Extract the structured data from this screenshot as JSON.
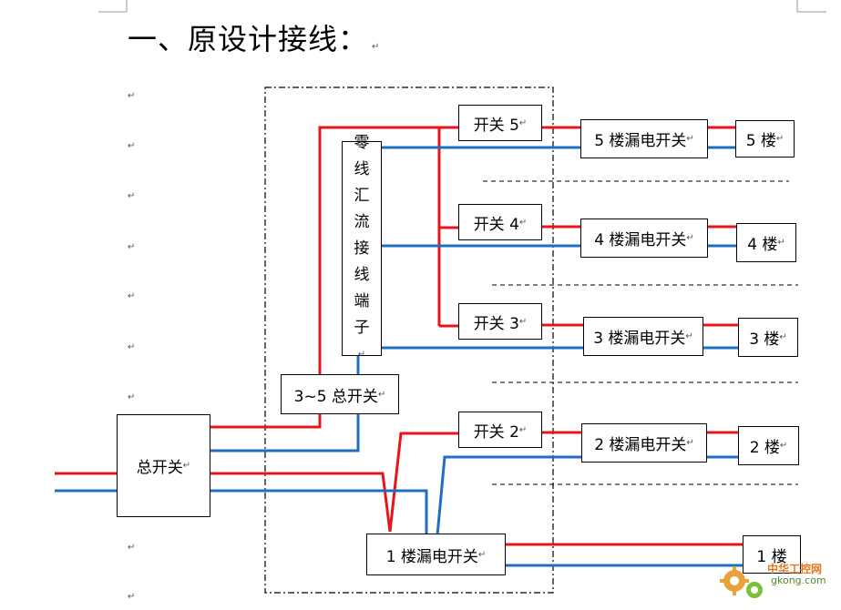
{
  "heading": "一、原设计接线：",
  "return_mark": "↵",
  "boxes": {
    "main_switch": "总开关",
    "sub_main_switch": "3~5 总开关",
    "neutral_busbar_chars": [
      "零",
      "线",
      "汇",
      "流",
      "接",
      "线",
      "端",
      "子"
    ],
    "switch_5": "开关 5",
    "switch_4": "开关 4",
    "switch_3": "开关 3",
    "switch_2": "开关 2",
    "leak_5": "5 楼漏电开关",
    "leak_4": "4 楼漏电开关",
    "leak_3": "3 楼漏电开关",
    "leak_2": "2 楼漏电开关",
    "leak_1": "1 楼漏电开关",
    "floor_5": "5 楼",
    "floor_4": "4 楼",
    "floor_3": "3 楼",
    "floor_2": "2 楼",
    "floor_1": "1 楼"
  },
  "wire_colors": {
    "live": "#e8141b",
    "neutral": "#1f6fc0"
  },
  "watermark": {
    "cn": "中华工控网",
    "en": "gkong.com"
  }
}
